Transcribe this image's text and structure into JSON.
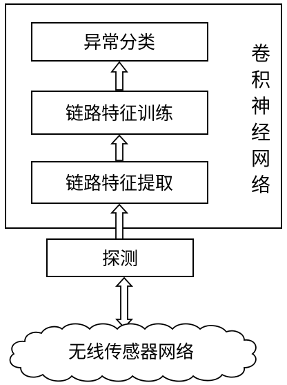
{
  "outer_label": "卷积神经网络",
  "blocks": {
    "classify": "异常分类",
    "train": "链路特征训练",
    "extract": "链路特征提取",
    "probe": "探测"
  },
  "cloud_label": "无线传感器网络"
}
